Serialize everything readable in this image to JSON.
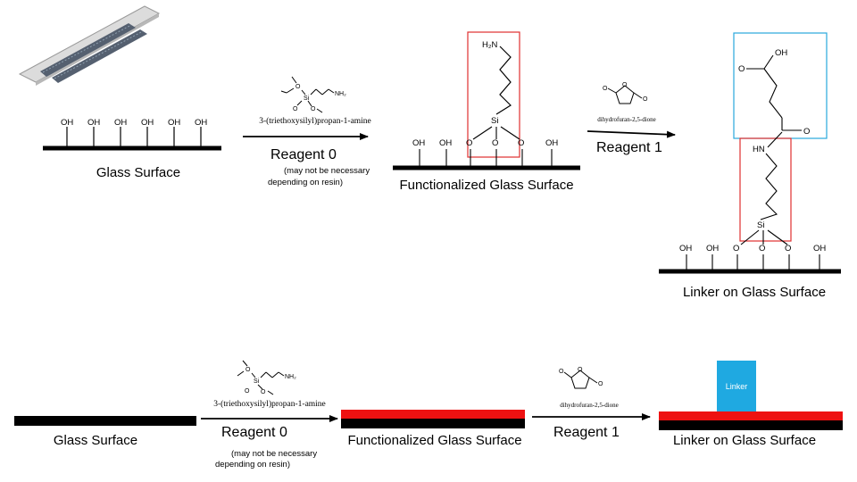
{
  "top": {
    "glass_label": "Glass Surface",
    "oh_label": "OH",
    "reagent0": {
      "name": "3-(triethoxysilyl)propan-1-amine",
      "label": "Reagent 0",
      "note_line1": "(may not be necessary",
      "note_line2": "depending on resin)",
      "atoms": {
        "o": "O",
        "si": "Si",
        "nh2": "NH₂"
      }
    },
    "functionalized_label": "Functionalized Glass Surface",
    "func_atoms": {
      "h2n": "H₂N",
      "si": "Si",
      "o": "O"
    },
    "reagent1": {
      "name": "dihydrofuran-2,5-dione",
      "label": "Reagent 1",
      "atoms": {
        "o": "O"
      }
    },
    "linker_label": "Linker on Glass Surface",
    "linker_atoms": {
      "oh": "OH",
      "o": "O",
      "hn": "HN",
      "si": "Si"
    }
  },
  "bottom": {
    "glass_label": "Glass Surface",
    "reagent0": {
      "name": "3-(triethoxysilyl)propan-1-amine",
      "label": "Reagent 0",
      "note_line1": "(may not be necessary",
      "note_line2": "depending on resin)"
    },
    "functionalized_label": "Functionalized Glass Surface",
    "reagent1": {
      "name": "dihydrofuran-2,5-dione",
      "label": "Reagent 1"
    },
    "linker_label": "Linker on Glass Surface",
    "linker_block_label": "Linker"
  },
  "colors": {
    "surface": "#000000",
    "amine_layer": "#ee1111",
    "amine_box": "#e03030",
    "linker_box": "#29a8dc",
    "linker_block": "#1fa9e1"
  }
}
